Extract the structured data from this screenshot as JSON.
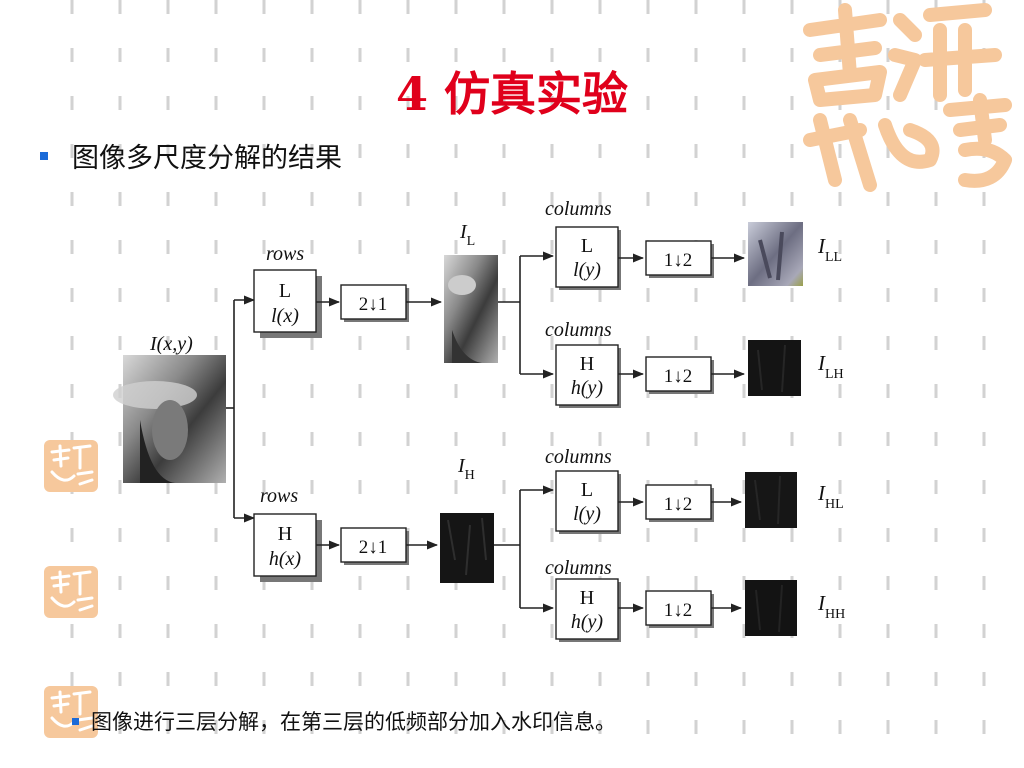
{
  "slide": {
    "title": "4 仿真实验",
    "bullet1": "图像多尺度分解的结果",
    "bullet2": "图像进行三层分解，在第三层的低频部分加入水印信息。",
    "accent_color": "#e0001b",
    "bullet_color": "#1a6ad8",
    "decoration_color": "#f6c89c"
  },
  "diagram": {
    "input_label": "I(x,y)",
    "rows_label_top": "rows",
    "rows_label_bottom": "rows",
    "filter_row_low": {
      "line1": "L",
      "line2": "l(x)"
    },
    "filter_row_high": {
      "line1": "H",
      "line2": "h(x)"
    },
    "downsample_rows": "2↓1",
    "IL_main": "I",
    "IL_sub": "L",
    "IH_main": "I",
    "IH_sub": "H",
    "columns_label": "columns",
    "filter_col_low": {
      "line1": "L",
      "line2": "l(y)"
    },
    "filter_col_high": {
      "line1": "H",
      "line2": "h(y)"
    },
    "downsample_cols": "1↓2",
    "outputs": [
      {
        "main": "I",
        "sub": "LL"
      },
      {
        "main": "I",
        "sub": "LH"
      },
      {
        "main": "I",
        "sub": "HL"
      },
      {
        "main": "I",
        "sub": "HH"
      }
    ]
  }
}
